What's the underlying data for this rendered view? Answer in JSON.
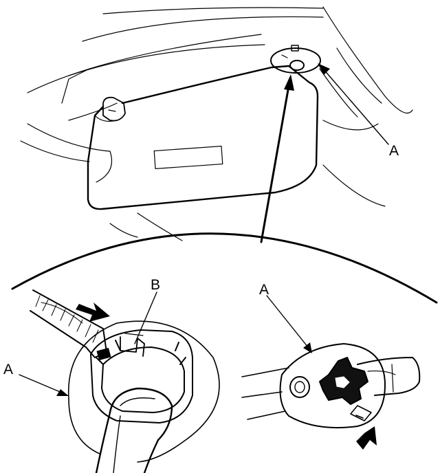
{
  "labels": {
    "top_a": "A",
    "bottom_left_a": "A",
    "bottom_left_b": "B",
    "bottom_right_a": "A"
  },
  "colors": {
    "line": "#000000",
    "background": "#ffffff"
  }
}
